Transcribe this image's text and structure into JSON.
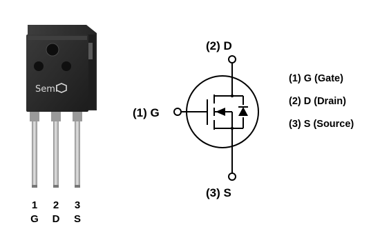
{
  "package": {
    "logo_text": "Semi",
    "pins": [
      {
        "number": "1",
        "letter": "G"
      },
      {
        "number": "2",
        "letter": "D"
      },
      {
        "number": "3",
        "letter": "S"
      }
    ]
  },
  "schematic": {
    "drain_label": "(2) D",
    "gate_label": "(1) G",
    "source_label": "(3) S"
  },
  "legend": [
    "(1) G (Gate)",
    "(2) D (Drain)",
    "(3) S (Source)"
  ],
  "colors": {
    "background": "#ffffff",
    "body": "#2a2a2a",
    "lead": "#a9a9a9",
    "line": "#000000"
  }
}
